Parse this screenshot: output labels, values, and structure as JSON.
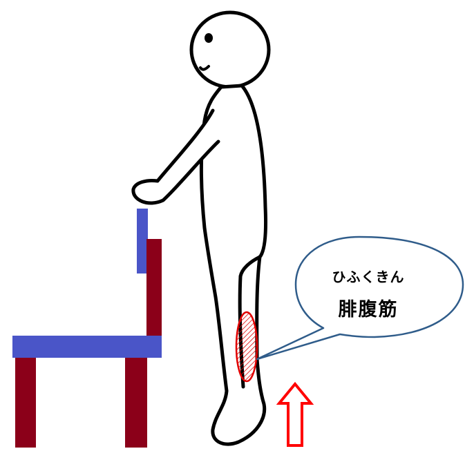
{
  "callout": {
    "reading": "ひふくきん",
    "term": "腓腹筋"
  },
  "colors": {
    "outline": "#000000",
    "chair_seat": "#4a55c8",
    "chair_wood": "#8b0019",
    "muscle": "#e00000",
    "bubble_fill": "#ffffff",
    "bubble_stroke": "#2f5c8a",
    "arrow": "#ff0000"
  },
  "icons": {
    "figure": "stick-figure-person",
    "chair": "chair",
    "muscle_marker": "hatched-ellipse",
    "arrow": "outlined-up-arrow"
  }
}
